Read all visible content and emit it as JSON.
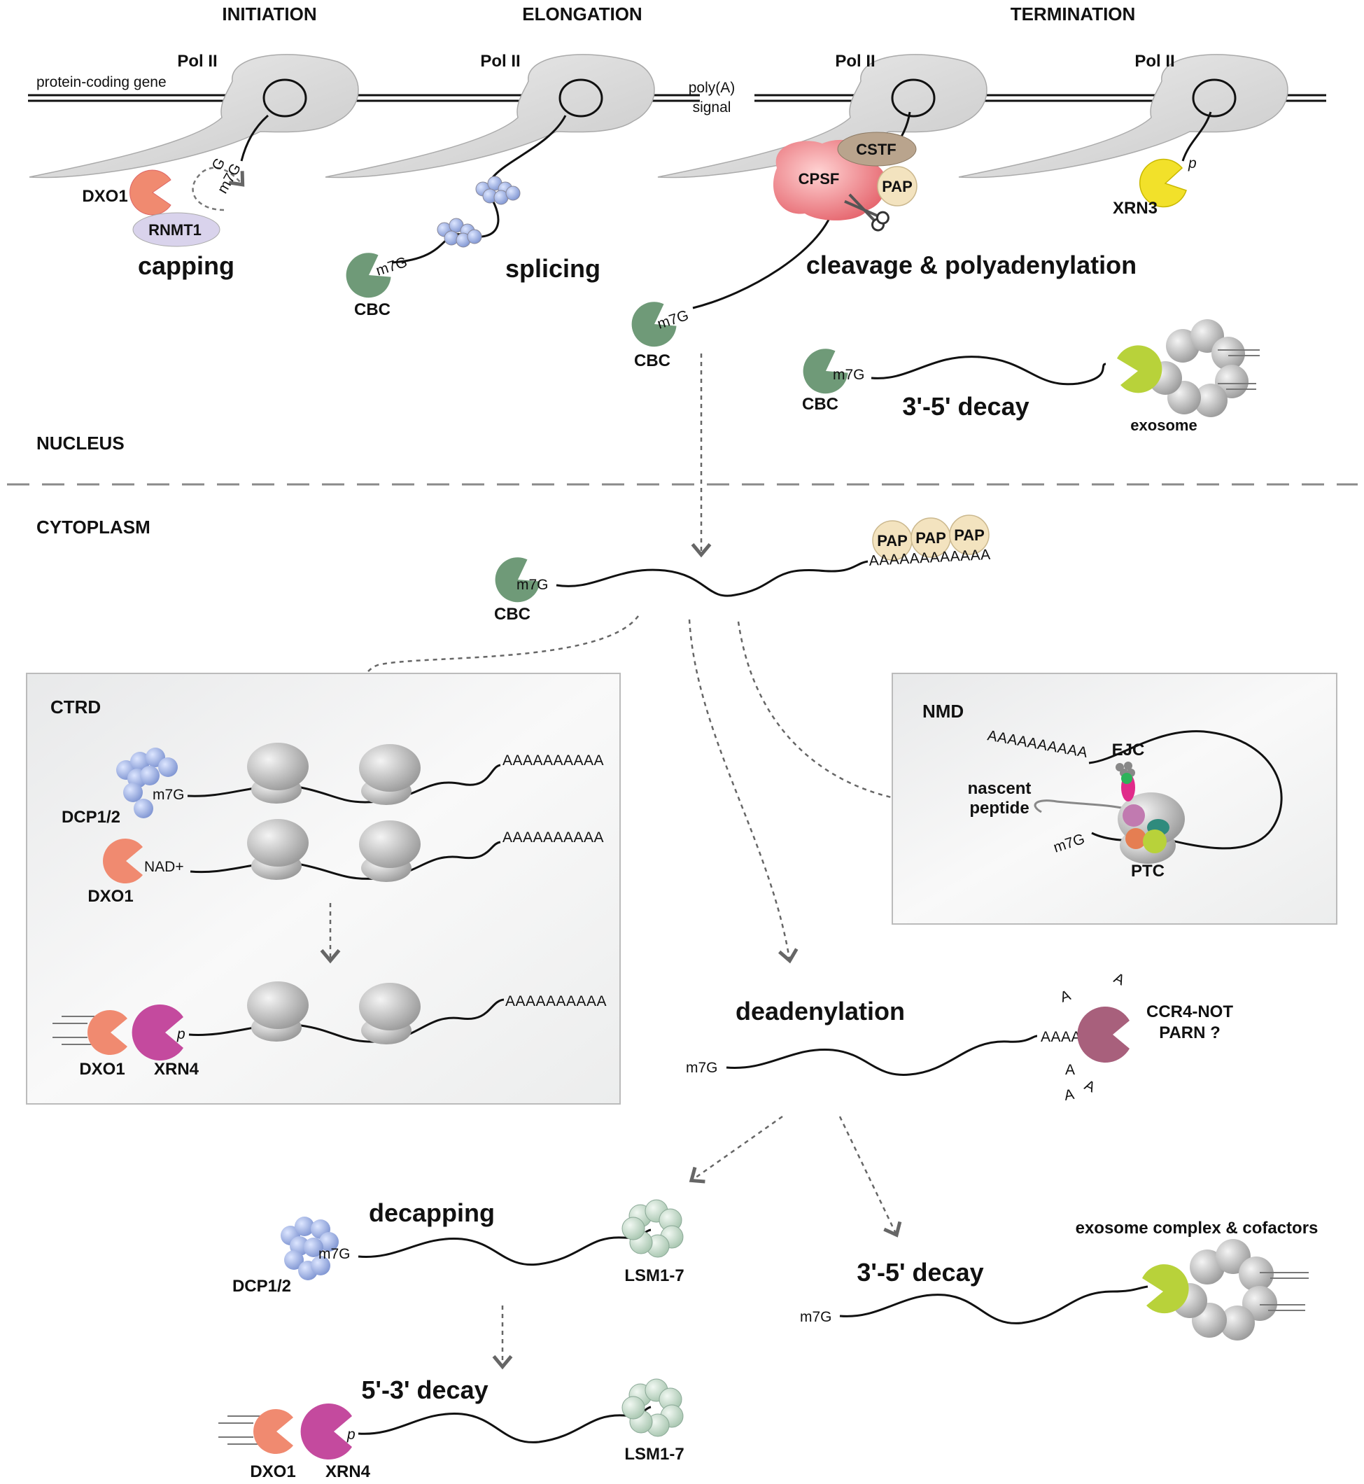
{
  "stages": {
    "initiation": "INITIATION",
    "elongation": "ELONGATION",
    "termination": "TERMINATION"
  },
  "compartments": {
    "nucleus": "NUCLEUS",
    "cytoplasm": "CYTOPLASM"
  },
  "labels": {
    "pol2": "Pol II",
    "protein_coding_gene": "protein-coding gene",
    "polya_signal_1": "poly(A)",
    "polya_signal_2": "signal",
    "dxo1": "DXO1",
    "rnmt1": "RNMT1",
    "capping": "capping",
    "g": "G",
    "m7g": "m7G",
    "cbc": "CBC",
    "splicing": "splicing",
    "cstf": "CSTF",
    "cpsf": "CPSF",
    "pap": "PAP",
    "cleavage": "cleavage & polyadenylation",
    "xrn3": "XRN3",
    "p": "p",
    "decay_35": "3'-5' decay",
    "exosome": "exosome",
    "polya_tail_12": "AAAAAAAAAAAA",
    "ctrd": "CTRD",
    "dcp12": "DCP1/2",
    "nad": "NAD+",
    "polya_tail_10": "AAAAAAAAAA",
    "xrn4": "XRN4",
    "nmd": "NMD",
    "ejc": "EJC",
    "nascent_1": "nascent",
    "nascent_2": "peptide",
    "ptc": "PTC",
    "deadenylation": "deadenylation",
    "aaaaa": "AAAAA",
    "a": "A",
    "ccr4not": "CCR4-NOT",
    "parn": "PARN ?",
    "decapping": "decapping",
    "lsm17": "LSM1-7",
    "exosome_complex": "exosome complex & cofactors",
    "decay_53": "5'-3' decay"
  },
  "colors": {
    "dxo1": "#f08a70",
    "rnmt1": "#d9d3ec",
    "cbc": "#6f9a78",
    "dcp12": "#9aaee0",
    "cpsf": "#ef8f8f",
    "cstf": "#b9a48d",
    "pap": "#f3e3bf",
    "xrn3": "#f2e12a",
    "xrn4": "#c44a9e",
    "ccr4not": "#a8607c",
    "exosome_cap": "#b8d23a",
    "exosome_ring": "#b8b8b8",
    "lsm": "#cfe0d3",
    "ribosome": "#b9b9b9",
    "pol2": "#dcdcdc",
    "box_bg": "#f1f2f2"
  }
}
